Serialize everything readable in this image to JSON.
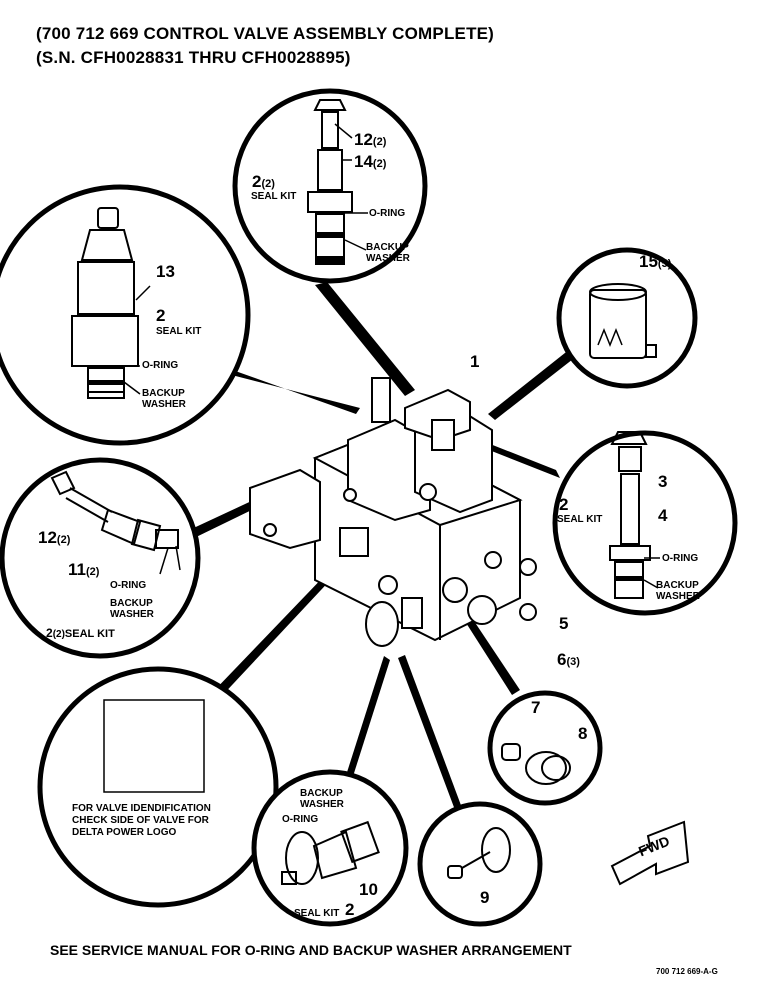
{
  "header": {
    "line1": "(700 712 669 CONTROL VALVE ASSEMBLY COMPLETE)",
    "line2": "(S.N. CFH0028831 THRU CFH0028895)"
  },
  "footer": {
    "note": "SEE SERVICE MANUAL FOR O-RING AND BACKUP WASHER ARRANGEMENT",
    "figure_id": "700 712 669-A-G"
  },
  "fwd_label": "FWD",
  "callouts": {
    "top": {
      "c12": "12",
      "q12": "(2)",
      "c14": "14",
      "q14": "(2)",
      "c2": "2",
      "q2": "(2)",
      "seal": "SEAL KIT",
      "oring": "O-RING",
      "backup": "BACKUP",
      "washer": "WASHER"
    },
    "upper_left": {
      "c13": "13",
      "c2": "2",
      "seal": "SEAL KIT",
      "oring": "O-RING",
      "backup": "BACKUP",
      "washer": "WASHER"
    },
    "upper_right": {
      "c15": "15",
      "q15": "(5)"
    },
    "main": {
      "c1": "1",
      "c5": "5",
      "c6": "6",
      "q6": "(3)"
    },
    "right": {
      "c3": "3",
      "c2": "2",
      "seal": "SEAL KIT",
      "c4": "4",
      "oring": "O-RING",
      "backup": "BACKUP",
      "washer": "WASHER"
    },
    "left": {
      "c12": "12",
      "q12": "(2)",
      "c11": "11",
      "q11": "(2)",
      "oring": "O-RING",
      "backup": "BACKUP",
      "washer": "WASHER",
      "c2": "2",
      "q2": "(2)",
      "seal": "SEAL KIT"
    },
    "bottom_left": {
      "logo_note_1": "FOR VALVE IDENDIFICATION",
      "logo_note_2": "CHECK SIDE OF VALVE FOR",
      "logo_note_3": "DELTA POWER LOGO"
    },
    "bottom_mid": {
      "backup": "BACKUP",
      "washer": "WASHER",
      "oring": "O-RING",
      "c10": "10",
      "seal": "SEAL KIT",
      "c2": "2"
    },
    "bottom_center": {
      "c9": "9"
    },
    "bottom_right": {
      "c7": "7",
      "c8": "8"
    }
  }
}
